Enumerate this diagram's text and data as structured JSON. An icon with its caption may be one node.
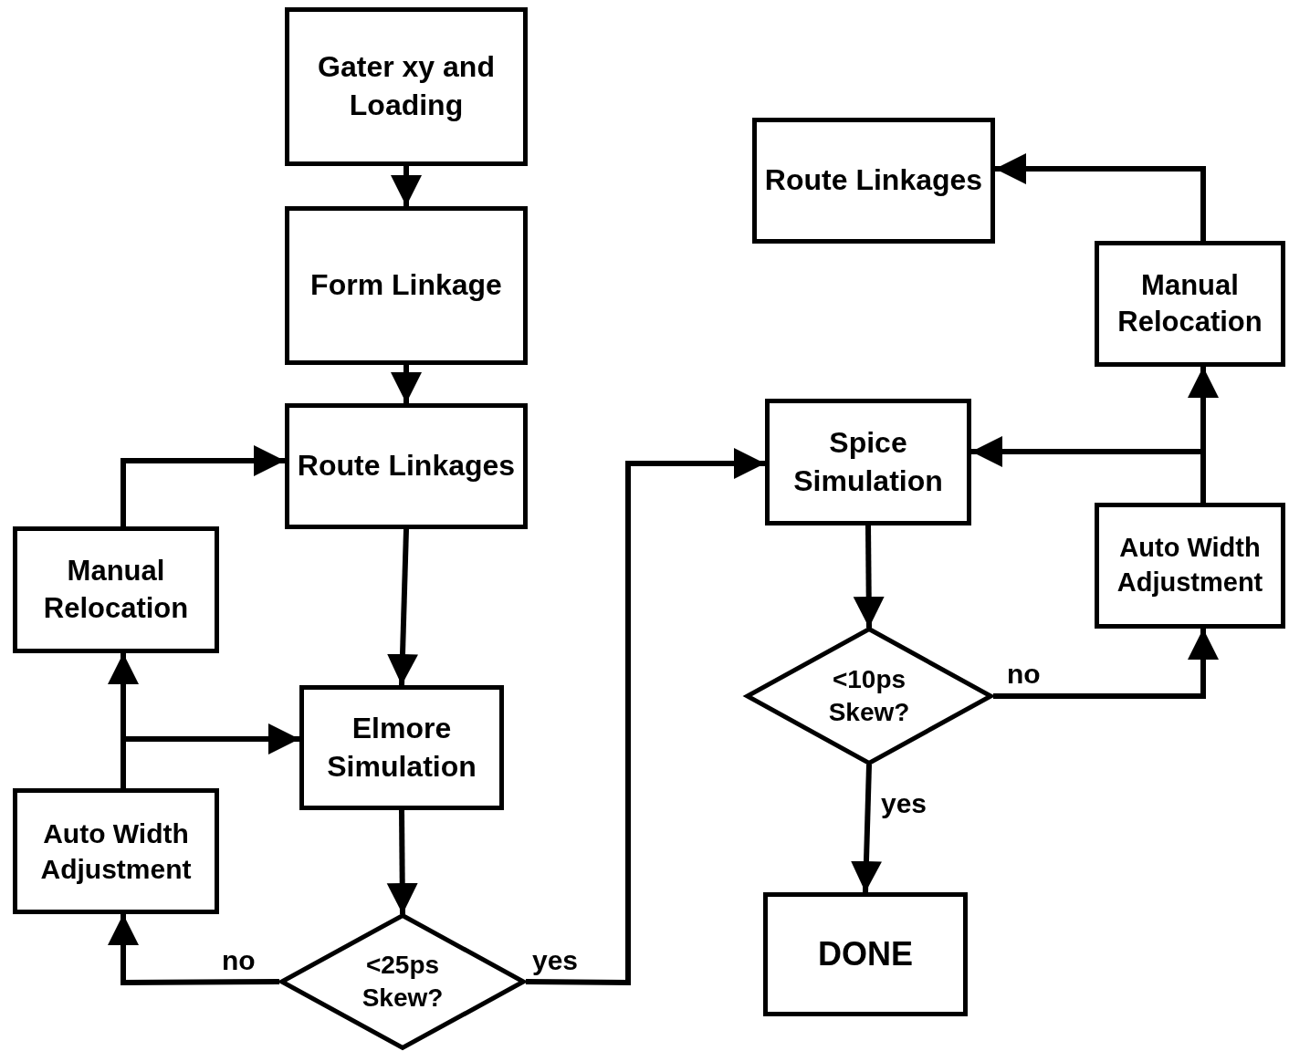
{
  "diagram": {
    "nodes": [
      {
        "text": [
          "Gater xy and Loading"
        ]
      },
      {
        "text": [
          "Form Linkage"
        ]
      },
      {
        "text": [
          "Route Linkages"
        ]
      },
      {
        "text": [
          "Manual Relocation"
        ]
      },
      {
        "text": [
          "Elmore Simulation"
        ]
      },
      {
        "text": [
          "Auto Width Adjustment"
        ]
      },
      {
        "text": [
          "<25ps Skew?"
        ]
      },
      {
        "text": [
          "Route Linkages"
        ]
      },
      {
        "text": [
          "Manual Relocation"
        ]
      },
      {
        "text": [
          "Spice Simulation"
        ]
      },
      {
        "text": [
          "Auto Width Adjustment"
        ]
      },
      {
        "text": [
          "<10ps Skew?"
        ]
      },
      {
        "text": [
          "DONE"
        ]
      }
    ],
    "edges": [
      {
        "from": 0,
        "to": 1,
        "arrow": "to"
      },
      {
        "from": 1,
        "to": 2,
        "arrow": "to"
      },
      {
        "from": 2,
        "to": 4,
        "arrow": "to"
      },
      {
        "from": 4,
        "to": 6,
        "arrow": "to"
      },
      {
        "from": 6,
        "to": 5,
        "arrow": "to",
        "label": "no"
      },
      {
        "from": 5,
        "to": 4,
        "arrow": "to"
      },
      {
        "from": 5,
        "to": 3,
        "arrow": "to"
      },
      {
        "from": 3,
        "to": 2,
        "arrow": "to"
      },
      {
        "from": 6,
        "to": 9,
        "arrow": "to",
        "label": "yes"
      },
      {
        "from": 9,
        "to": 11,
        "arrow": "to"
      },
      {
        "from": 11,
        "to": 12,
        "arrow": "to",
        "label": "yes"
      },
      {
        "from": 11,
        "to": 10,
        "arrow": "to",
        "label": "no"
      },
      {
        "from": 10,
        "to": 9,
        "arrow": "to"
      },
      {
        "from": 10,
        "to": 8,
        "arrow": "to"
      },
      {
        "from": 8,
        "to": 7,
        "arrow": "to"
      }
    ]
  }
}
